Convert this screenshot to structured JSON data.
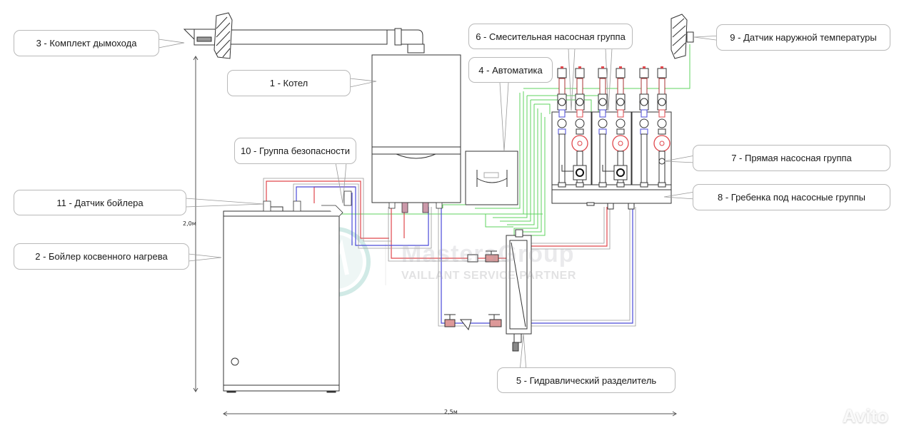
{
  "diagram": {
    "title": "Схема котельной",
    "callouts": [
      {
        "id": "flue-kit",
        "label": "3 - Комплект дымохода"
      },
      {
        "id": "boiler-unit",
        "label": "1 - Котел"
      },
      {
        "id": "safety-group",
        "label": "10 - Группа безопасности"
      },
      {
        "id": "boiler-sensor",
        "label": "11 - Датчик бойлера"
      },
      {
        "id": "indirect-boiler",
        "label": "2 - Бойлер косвенного нагрева"
      },
      {
        "id": "mixing-pump-group",
        "label": "6 - Смесительная насосная группа"
      },
      {
        "id": "automation",
        "label": "4 - Автоматика"
      },
      {
        "id": "outdoor-sensor",
        "label": "9 - Датчик наружной температуры"
      },
      {
        "id": "direct-pump-group",
        "label": "7 - Прямая насосная группа"
      },
      {
        "id": "manifold",
        "label": "8 - Гребенка под насосные группы"
      },
      {
        "id": "hydraulic-separator",
        "label": "5 - Гидравлический разделитель"
      }
    ],
    "dimensions": {
      "height_label": "2,0м",
      "width_label": "2,5м"
    },
    "pipe_colors": {
      "supply": "#e0474c",
      "return": "#4a4ad8",
      "signal": "#5fd35f",
      "outline": "#333333"
    }
  },
  "watermark": {
    "brand": "MastersGroup",
    "tagline": "VAILLANT SERVICE PARTNER",
    "logo_initials": "MG",
    "color": "#7ec4b8"
  },
  "marketplace_logo": "Avito"
}
